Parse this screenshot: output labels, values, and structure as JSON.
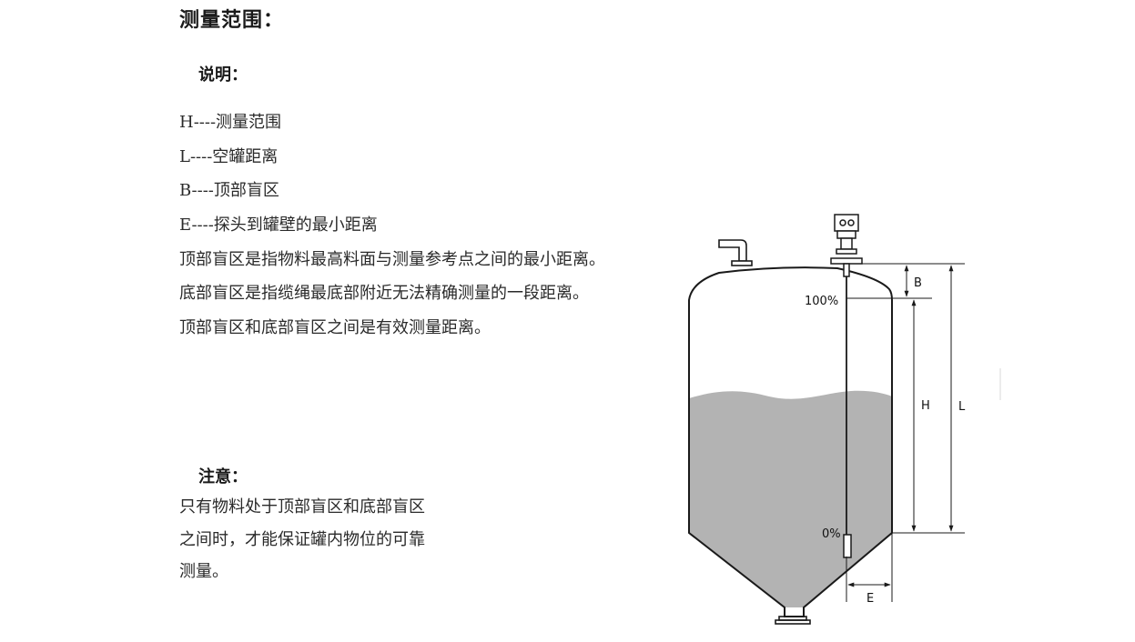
{
  "title": "测量范围：",
  "explain": {
    "heading": "说明：",
    "lines": [
      "H----测量范围",
      "L----空罐距离",
      "B----顶部盲区",
      "E----探头到罐壁的最小距离",
      "顶部盲区是指物料最高料面与测量参考点之间的最小距离。",
      "底部盲区是指缆绳最底部附近无法精确测量的一段距离。",
      "顶部盲区和底部盲区之间是有效测量距离。"
    ]
  },
  "note": {
    "heading": "注意：",
    "lines": [
      "只有物料处于顶部盲区和底部盲区",
      "之间时，才能保证罐内物位的可靠",
      "测量。"
    ]
  },
  "diagram": {
    "label_100": "100%",
    "label_0": "0%",
    "label_B": "B",
    "label_H": "H",
    "label_L": "L",
    "label_E": "E",
    "colors": {
      "material_fill": "#b3b3b3",
      "outline": "#1a1a1a"
    }
  }
}
